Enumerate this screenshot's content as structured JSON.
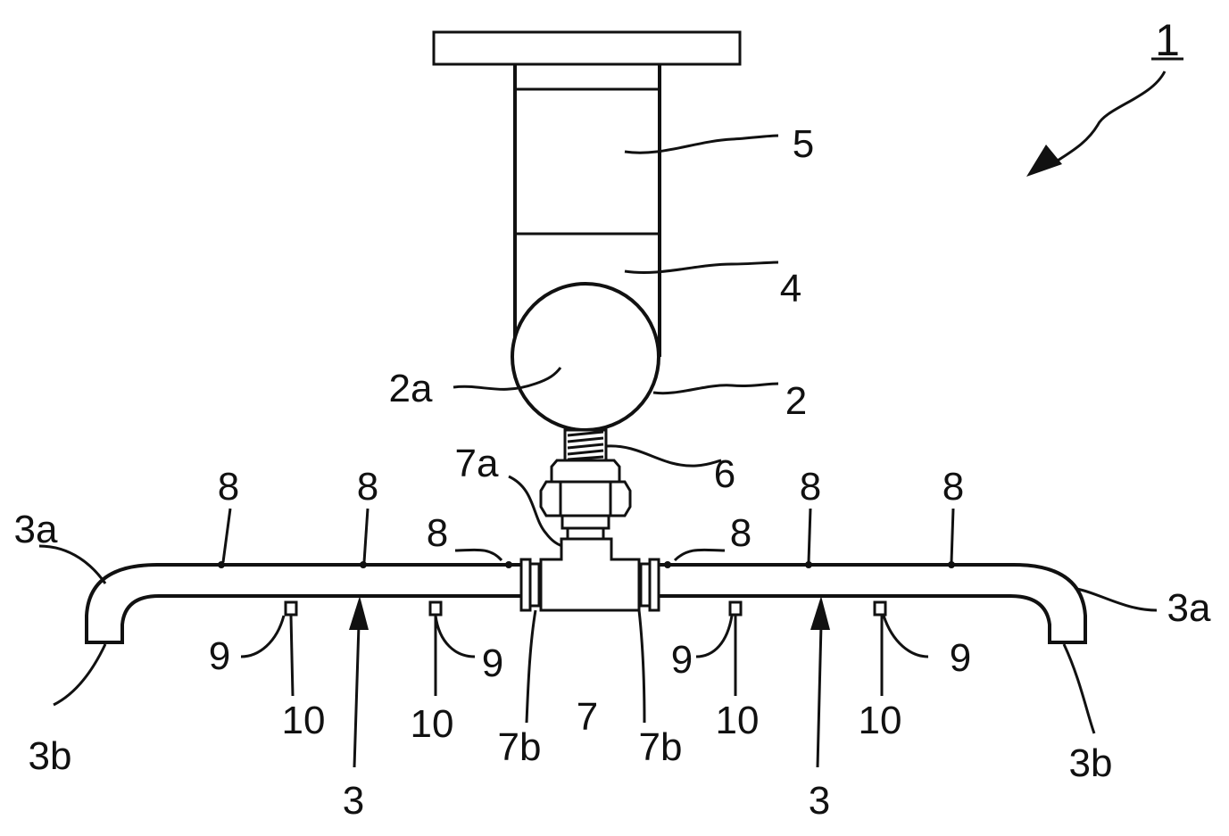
{
  "figure": {
    "labels": {
      "assembly": "1",
      "motor_upper": "5",
      "motor_lower": "4",
      "ball": "2",
      "ball_inner": "2a",
      "spring": "6",
      "tee_top": "7a",
      "tee": "7",
      "tee_side_left": "7b",
      "tee_side_right": "7b",
      "arm_left": "3",
      "arm_right": "3",
      "bend_left": "3a",
      "bend_right": "3a",
      "tip_left": "3b",
      "tip_right": "3b",
      "hole_1": "8",
      "hole_2": "8",
      "hole_3": "8",
      "hole_4": "8",
      "hole_5": "8",
      "hole_6": "8",
      "nozzle_1": "9",
      "nozzle_2": "9",
      "nozzle_3": "9",
      "nozzle_4": "9",
      "outlet_1": "10",
      "outlet_2": "10",
      "outlet_3": "10",
      "outlet_4": "10"
    }
  }
}
